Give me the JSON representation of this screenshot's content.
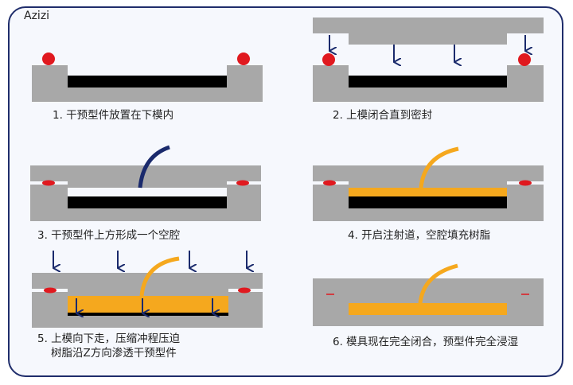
{
  "brand": "Azizi",
  "colors": {
    "mold": "#a8a8a8",
    "preform": "#000000",
    "resin": "#f5a81e",
    "seal": "#e0191f",
    "arrow": "#1a2a6c",
    "frame": "#1f2d6b"
  },
  "steps": [
    {
      "caption": "1.  干预型件放置在下模内"
    },
    {
      "caption": "2.  上模闭合直到密封"
    },
    {
      "caption": "3.   干预型件上方形成一个空腔"
    },
    {
      "caption": "4.  开启注射道，空腔填充树脂"
    },
    {
      "caption_line1": "5.   上模向下走，压缩冲程压迫",
      "caption_line2": "树脂沿Z方向渗透干预型件"
    },
    {
      "caption": "6.  模具现在完全闭合，预型件完全浸湿"
    }
  ]
}
